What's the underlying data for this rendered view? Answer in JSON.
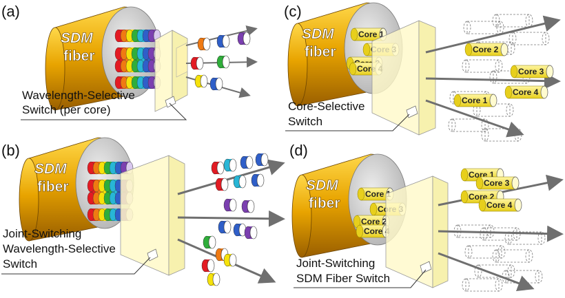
{
  "panels": {
    "a": {
      "tag": "(a)",
      "fiber_line1": "SDM",
      "fiber_line2": "fiber",
      "caption_line1": "Wavelength-Selective",
      "caption_line2": "Switch (per core)"
    },
    "b": {
      "tag": "(b)",
      "fiber_line1": "SDM",
      "fiber_line2": "fiber",
      "caption_line1": "Joint-Switching",
      "caption_line2": "Wavelength-Selective",
      "caption_line3": "Switch"
    },
    "c": {
      "tag": "(c)",
      "fiber_line1": "SDM",
      "fiber_line2": "fiber",
      "caption_line1": "Core-Selective",
      "caption_line2": "Switch",
      "cores": [
        "Core 1",
        "Core 3",
        "Core 2",
        "Core 4"
      ],
      "out_cores": [
        "Core 2",
        "Core 3",
        "Core 1",
        "Core 4"
      ]
    },
    "d": {
      "tag": "(d)",
      "fiber_line1": "SDM",
      "fiber_line2": "fiber",
      "caption_line1": "Joint-Switching",
      "caption_line2": "SDM Fiber Switch",
      "cores": [
        "Core 1",
        "Core 3",
        "Core 2",
        "Core 4"
      ],
      "out_cores": [
        "Core 1",
        "Core 3",
        "Core 2",
        "Core 4"
      ]
    }
  },
  "colors": {
    "fiber_gold": "#e8a400",
    "fiber_dark": "#a86a00",
    "cladding": "#c8c8c8",
    "switch_fill": "#fff9c8",
    "arrow": "#6f6f6f",
    "core_yellow": "#f4e23a"
  }
}
